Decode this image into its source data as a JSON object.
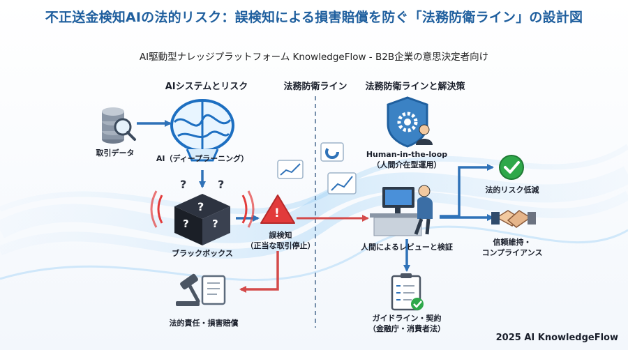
{
  "title": "不正送金検知AIの法的リスク：誤検知による損害賠償を防ぐ「法務防衛ライン」の設計図",
  "subtitle": "AI駆動型ナレッジプラットフォーム KnowledgeFlow - B2B企業の意思決定者向け",
  "sections": {
    "left": "AIシステムとリスク",
    "middle": "法務防衛ライン",
    "right": "法務防衛ラインと解決策"
  },
  "nodes": {
    "data": "取引データ",
    "ai": "AI（ディープラーニング）",
    "blackbox": "ブラックボックス",
    "false_detection_1": "誤検知",
    "false_detection_2": "（正当な取引停止）",
    "liability": "法的責任・損害賠償",
    "hitl_1": "Human-in-the-loop",
    "hitl_2": "（人間介在型運用）",
    "review": "人間によるレビューと検証",
    "risk_reduction": "法的リスク低減",
    "trust_1": "信頼維持・",
    "trust_2": "コンプライアンス",
    "guideline_1": "ガイドライン・契約",
    "guideline_2": "（金融庁・消費者法）"
  },
  "glyphs": {
    "question": "?",
    "alert": "!"
  },
  "colors": {
    "title": "#1f5f9e",
    "blue": "#2f72b8",
    "red": "#e23b3b",
    "green": "#2ea84a"
  },
  "footer": "2025 AI KnowledgeFlow"
}
